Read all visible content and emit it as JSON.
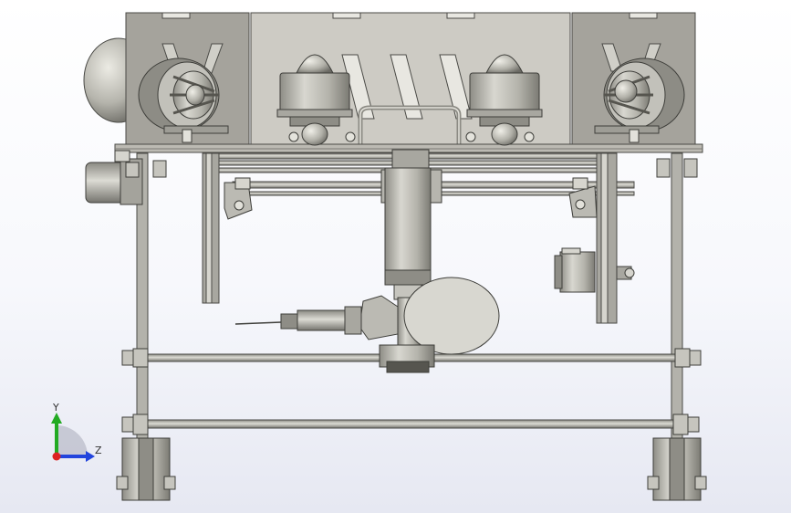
{
  "viewport": {
    "background_top": "#ffffff",
    "background_bottom": "#e6e8f2",
    "model": "underwater-robot-assembly"
  },
  "triad": {
    "y_label": "Y",
    "z_label": "Z",
    "y_color": "#22aa22",
    "z_color": "#2244dd",
    "x_color": "#dd2222"
  },
  "colors": {
    "panel": "#c9c7bf",
    "panel_dark": "#a9a7a0",
    "metal": "#b9b8b0",
    "outline": "#4a4a46"
  }
}
